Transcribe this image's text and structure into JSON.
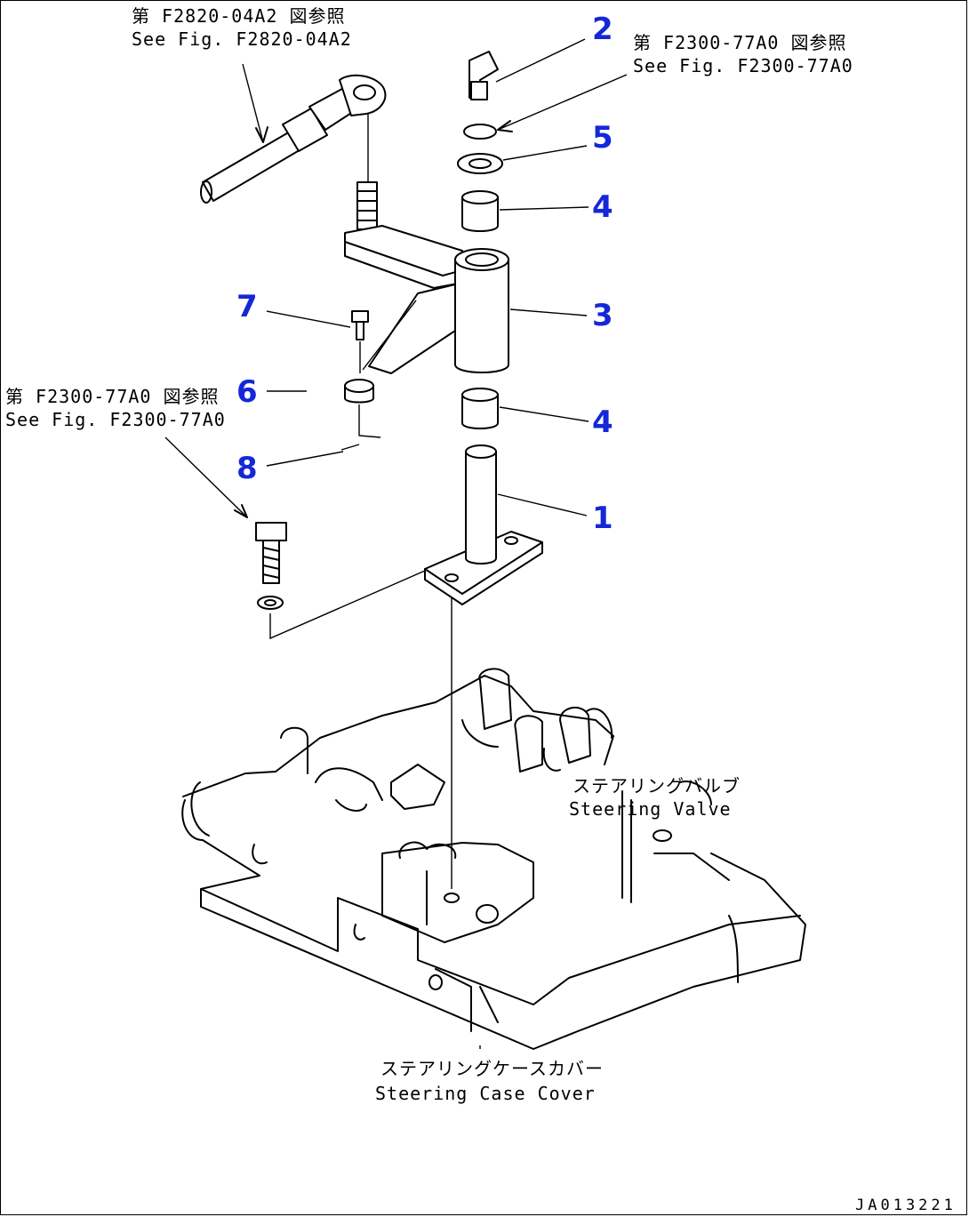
{
  "callouts": {
    "p1": "1",
    "p2": "2",
    "p3": "3",
    "p4a": "4",
    "p4b": "4",
    "p5": "5",
    "p6": "6",
    "p7": "7",
    "p8": "8"
  },
  "notes": {
    "fig_a_jp": "第 F2820-04A2 図参照",
    "fig_a_en": "See Fig. F2820-04A2",
    "fig_b_jp": "第 F2300-77A0 図参照",
    "fig_b_en": "See Fig. F2300-77A0",
    "fig_c_jp": "第 F2300-77A0 図参照",
    "fig_c_en": "See Fig. F2300-77A0",
    "valve_jp": "ステアリングバルブ",
    "valve_en": "Steering Valve",
    "cover_jp": "ステアリングケースカバー",
    "cover_en": "Steering Case Cover"
  },
  "drawing_code": "JA013221",
  "colors": {
    "callout": "#1428d8",
    "line": "#000000",
    "background": "#ffffff"
  }
}
